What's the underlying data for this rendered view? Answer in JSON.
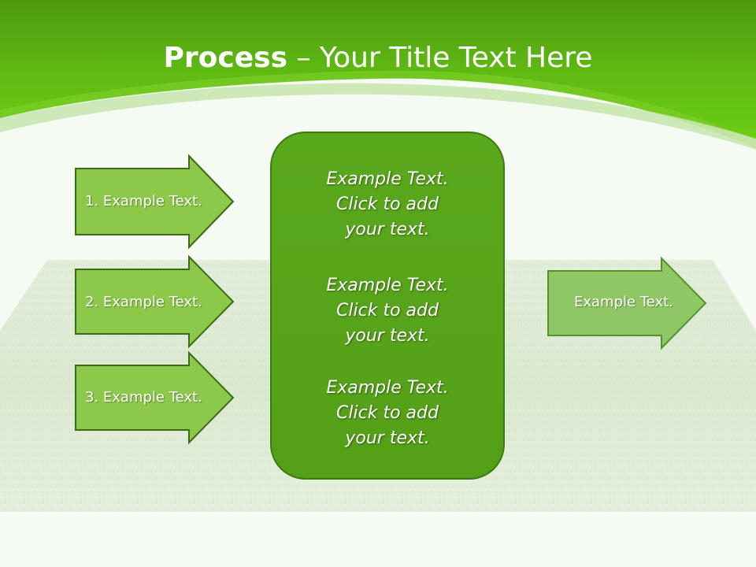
{
  "title": {
    "bold": "Process",
    "rest": " – Your Title Text Here"
  },
  "steps": [
    {
      "label": "1. Example Text."
    },
    {
      "label": "2. Example Text."
    },
    {
      "label": "3. Example Text."
    }
  ],
  "center": {
    "blocks": [
      {
        "lines": [
          "Example Text.",
          "Click  to add",
          "your text."
        ]
      },
      {
        "lines": [
          "Example Text.",
          "Click  to add",
          "your text."
        ]
      },
      {
        "lines": [
          "Example Text.",
          "Click  to add",
          "your text."
        ]
      }
    ]
  },
  "output": {
    "label": "Example Text."
  },
  "colors": {
    "header_green": "#5cbe1a",
    "center_fill": "#5aa61e",
    "center_border": "#3d7a12",
    "arrow_fill": "#8cc84a",
    "arrow_border": "#3d6a14",
    "grass": "#e6efe0"
  }
}
